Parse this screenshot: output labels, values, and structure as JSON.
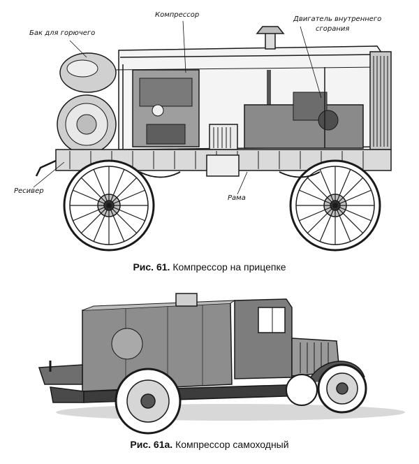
{
  "figure1": {
    "labels": {
      "fuel_tank": "Бак для горючего",
      "compressor": "Компрессор",
      "engine_line1": "Двигатель внутреннего",
      "engine_line2": "сгорания",
      "receiver": "Ресивер",
      "frame": "Рама"
    },
    "caption_number": "Рис. 61.",
    "caption_text": "Компрессор на прицепке"
  },
  "figure2": {
    "caption_number": "Рис. 61а.",
    "caption_text": "Компрессор самоходный"
  },
  "colors": {
    "ink": "#1a1a1a",
    "paper": "#ffffff",
    "shade": "#6b6b6b"
  }
}
